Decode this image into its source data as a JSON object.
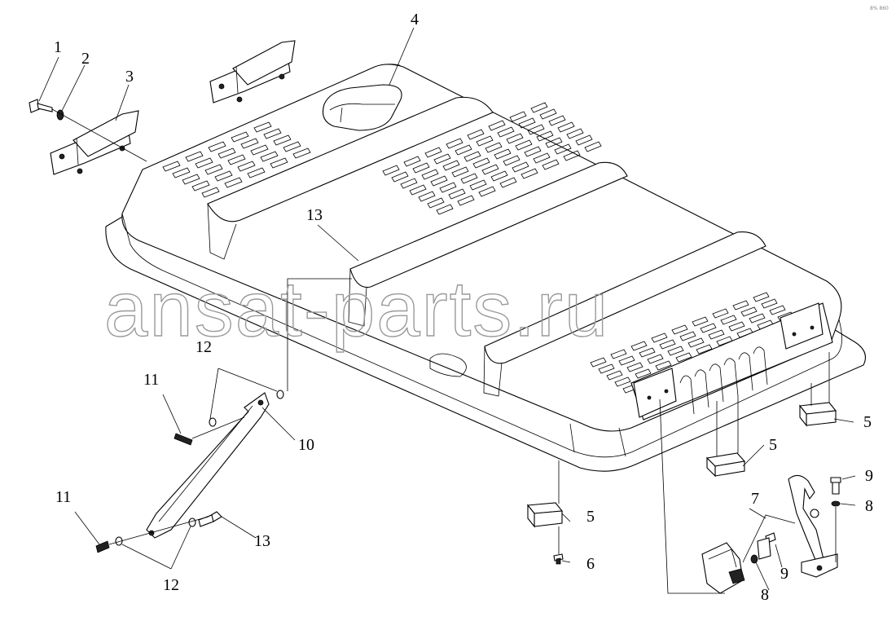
{
  "diagram": {
    "watermark": "ansat-parts.ru",
    "corner_mark": "8% 860",
    "callouts": [
      {
        "id": "c1",
        "text": "1"
      },
      {
        "id": "c2",
        "text": "2"
      },
      {
        "id": "c3",
        "text": "3"
      },
      {
        "id": "c4",
        "text": "4"
      },
      {
        "id": "c5a",
        "text": "5"
      },
      {
        "id": "c5b",
        "text": "5"
      },
      {
        "id": "c5c",
        "text": "5"
      },
      {
        "id": "c6",
        "text": "6"
      },
      {
        "id": "c7",
        "text": "7"
      },
      {
        "id": "c8a",
        "text": "8"
      },
      {
        "id": "c8b",
        "text": "8"
      },
      {
        "id": "c9a",
        "text": "9"
      },
      {
        "id": "c9b",
        "text": "9"
      },
      {
        "id": "c10",
        "text": "10"
      },
      {
        "id": "c11a",
        "text": "11"
      },
      {
        "id": "c11b",
        "text": "11"
      },
      {
        "id": "c12a",
        "text": "12"
      },
      {
        "id": "c12b",
        "text": "12"
      },
      {
        "id": "c13a",
        "text": "13"
      },
      {
        "id": "c13b",
        "text": "13"
      }
    ]
  }
}
